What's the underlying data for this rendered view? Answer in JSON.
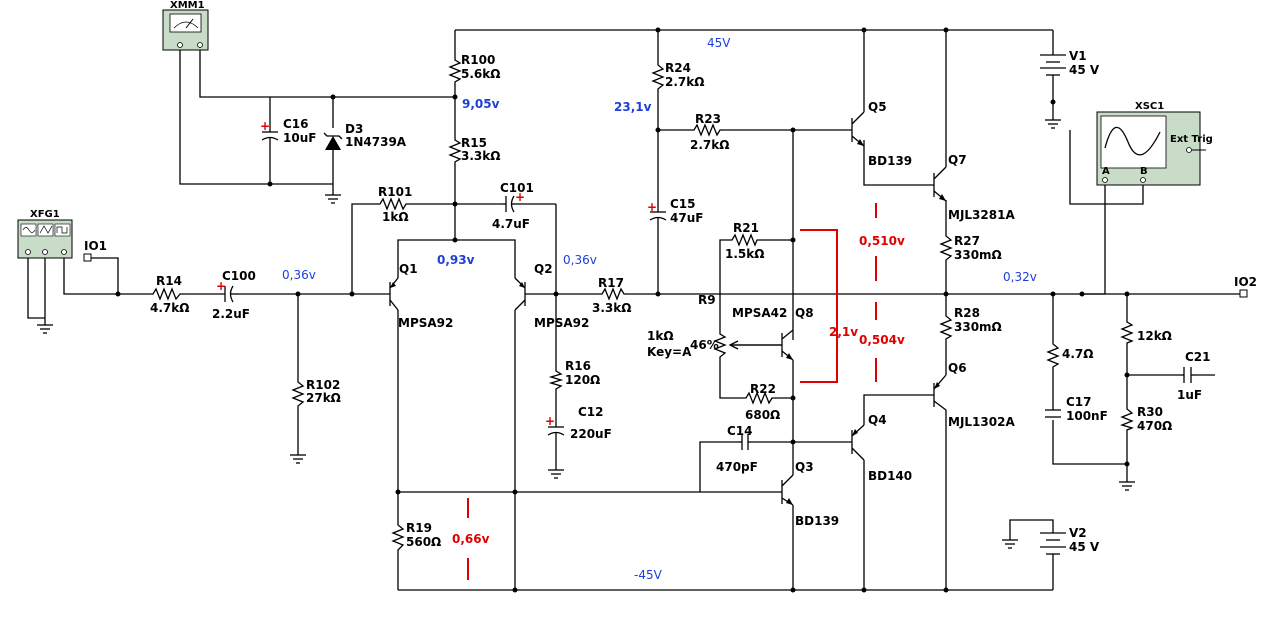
{
  "labels": {
    "xmm1": "XMM1",
    "xfg1": "XFG1",
    "xsc1": "XSC1",
    "ext_trig": "Ext Trig",
    "io1": "IO1",
    "io2": "IO2",
    "r100": "R100",
    "r100_v": "5.6kΩ",
    "r15": "R15",
    "r15_v": "3.3kΩ",
    "c16": "C16",
    "c16_v": "10uF",
    "d3": "D3",
    "d3_v": "1N4739A",
    "r101": "R101",
    "r101_v": "1kΩ",
    "c101": "C101",
    "c101_v": "4.7uF",
    "r14": "R14",
    "r14_v": "4.7kΩ",
    "c100": "C100",
    "c100_v": "2.2uF",
    "r102": "R102",
    "r102_v": "27kΩ",
    "q1": "Q1",
    "q1_v": "MPSA92",
    "q2": "Q2",
    "q2_v": "MPSA92",
    "r17": "R17",
    "r17_v": "3.3kΩ",
    "r16": "R16",
    "r16_v": "120Ω",
    "c12": "C12",
    "c12_v": "220uF",
    "r19": "R19",
    "r19_v": "560Ω",
    "r24": "R24",
    "r24_v": "2.7kΩ",
    "r23": "R23",
    "r23_v": "2.7kΩ",
    "c15": "C15",
    "c15_v": "47uF",
    "r21": "R21",
    "r21_v": "1.5kΩ",
    "r9": "R9",
    "r9_v": "1kΩ",
    "r9_key": "Key=A",
    "r9_pct": "46%",
    "q8": "Q8",
    "q8_v": "MPSA42",
    "r22": "R22",
    "r22_v": "680Ω",
    "c14": "C14",
    "c14_v": "470pF",
    "q3": "Q3",
    "q3_v": "BD139",
    "q5": "Q5",
    "q5_v": "BD139",
    "q4": "Q4",
    "q4_v": "BD140",
    "q7": "Q7",
    "q7_v": "MJL3281A",
    "q6": "Q6",
    "q6_v": "MJL1302A",
    "r27": "R27",
    "r27_v": "330mΩ",
    "r28": "R28",
    "r28_v": "330mΩ",
    "r_zob": "4.7Ω",
    "c17": "C17",
    "c17_v": "100nF",
    "r_12k": "12kΩ",
    "r30": "R30",
    "r30_v": "470Ω",
    "c21": "C21",
    "c21_v": "1uF",
    "v1": "V1",
    "v1_v": "45 V",
    "v2": "V2",
    "v2_v": "45 V",
    "scope_a": "A",
    "scope_b": "B"
  },
  "voltages": {
    "rail_pos": "45V",
    "rail_neg": "-45V",
    "v_905": "9,05v",
    "v_231": "23,1v",
    "v_036a": "0,36v",
    "v_093": "0,93v",
    "v_036b": "0,36v",
    "v_032": "0,32v",
    "v_0510": "0,510v",
    "v_21": "2,1v",
    "v_0504": "0,504v",
    "v_066": "0,66v"
  },
  "colors": {
    "wire": "#000000",
    "voltage_label": "#1f3fd8",
    "measurement": "#e00000",
    "instrument_fill": "#c8dcc8"
  }
}
